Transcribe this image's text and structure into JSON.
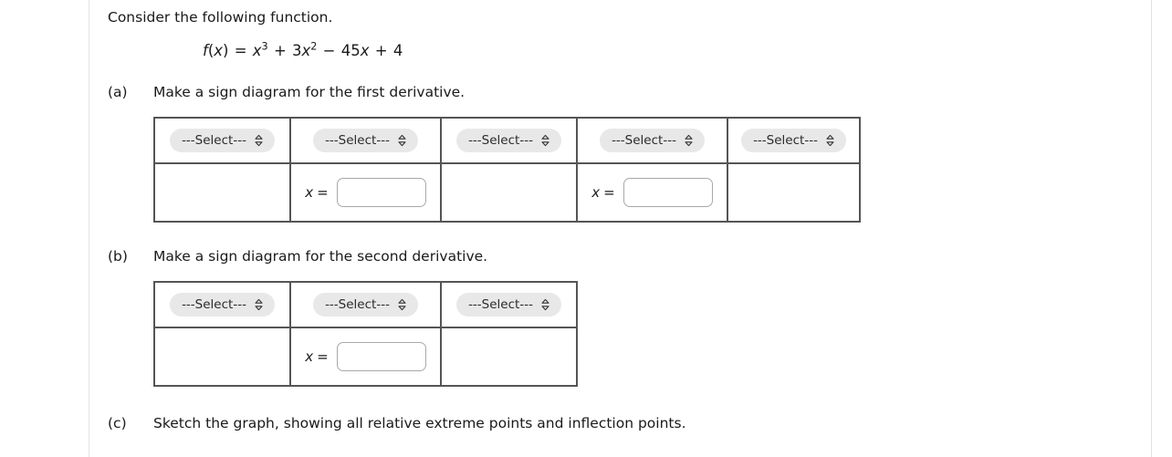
{
  "page": {
    "intro": "Consider the following function.",
    "formula": {
      "fname": "f",
      "lparen": "(",
      "var": "x",
      "rparen": ")",
      "equals": "=",
      "term1_base": "x",
      "term1_exp": "3",
      "plus1": "+",
      "term2_coef": "3",
      "term2_base": "x",
      "term2_exp": "2",
      "minus": "−",
      "term3": "45",
      "term3_var": "x",
      "plus2": "+",
      "term4": "4",
      "plain": "f(x) = x3 + 3x2 − 45x + 4"
    }
  },
  "parts": {
    "a": {
      "tag": "(a)",
      "text": "Make a sign diagram for the first derivative."
    },
    "b": {
      "tag": "(b)",
      "text": "Make a sign diagram for the second derivative."
    },
    "c": {
      "tag": "(c)",
      "text": "Sketch the graph, showing all relative extreme points and inflection points."
    }
  },
  "controls": {
    "select_label": "---Select---",
    "select_options": [
      "---Select---"
    ],
    "x_label": "x",
    "equals": "=",
    "input_value": "",
    "input_placeholder": ""
  },
  "table_a": {
    "columns": [
      {
        "width": 147,
        "select": "---Select---",
        "has_input": false
      },
      {
        "width": 163,
        "select": "---Select---",
        "has_input": true
      },
      {
        "width": 147,
        "select": "---Select---",
        "has_input": false
      },
      {
        "width": 163,
        "select": "---Select---",
        "has_input": true
      },
      {
        "width": 143,
        "select": "---Select---",
        "has_input": false
      }
    ]
  },
  "table_b": {
    "columns": [
      {
        "width": 147,
        "select": "---Select---",
        "has_input": false
      },
      {
        "width": 163,
        "select": "---Select---",
        "has_input": true
      },
      {
        "width": 147,
        "select": "---Select---",
        "has_input": false
      }
    ]
  },
  "colors": {
    "table_border": "#555555",
    "select_bg": "#e8e8e8",
    "input_border": "#a8a8a8",
    "rule": "#e2e2e2",
    "text": "#1a1a1a"
  }
}
